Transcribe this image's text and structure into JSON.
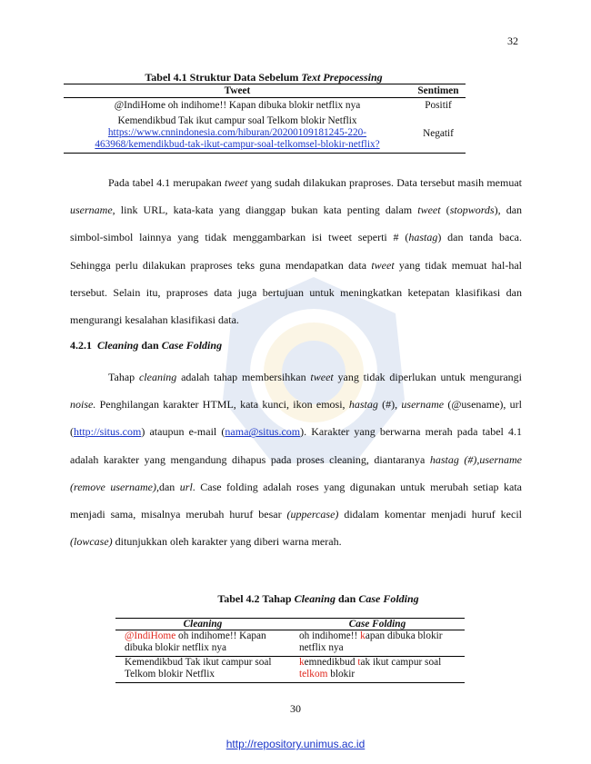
{
  "page_number_top": "32",
  "table41": {
    "caption_prefix": "Tabel 4.1 Struktur Data Sebelum ",
    "caption_italic": "Text Prepocessing",
    "header_tweet": "Tweet",
    "header_sentimen": "Sentimen",
    "row1_tweet": "@IndiHome oh indihome!! Kapan dibuka blokir netflix nya",
    "row1_sentimen": "Positif",
    "row2_tweet": "Kemendikbud Tak ikut campur soal Telkom blokir Netflix",
    "row2_link_line1": "https://www.cnnindonesia.com/hiburan/20200109181245-220-",
    "row2_link_line2": "463968/kemendikbud-tak-ikut-campur-soal-telkomsel-blokir-netflix?",
    "row2_sentimen": "Negatif"
  },
  "para1": {
    "t1": "Pada tabel 4.1 merupakan ",
    "i1": "tweet",
    "t2": " yang sudah dilakukan praproses. Data tersebut masih memuat ",
    "i2": "username",
    "t3": ", link URL, kata-kata yang dianggap bukan kata penting dalam ",
    "i3": "tweet",
    "t4": " (",
    "i4": "stopwords",
    "t5": "), dan simbol-simbol lainnya yang tidak menggambarkan isi tweet seperti # (",
    "i5": "hastag",
    "t6": ") dan tanda baca. Sehingga perlu dilakukan praproses teks guna mendapatkan data ",
    "i6": "tweet",
    "t7": " yang tidak memuat hal-hal tersebut. Selain itu, praproses data juga bertujuan untuk meningkatkan ketepatan klasifikasi dan mengurangi kesalahan klasifikasi data."
  },
  "section": {
    "number": "4.2.1",
    "italic1": "Cleaning",
    "mid": " dan ",
    "italic2": "Case Folding"
  },
  "para2": {
    "t1": "Tahap ",
    "i1": "cleaning",
    "t2": " adalah tahap membersihkan ",
    "i2": "tweet",
    "t3": " yang tidak diperlukan untuk mengurangi ",
    "i3": "noise.",
    "t4": " Penghilangan karakter HTML, kata kunci, ikon emosi, ",
    "i4": "hastag",
    "t5": " (#), ",
    "i5": "username",
    "t6": " (@usename), url (",
    "l1": "http://situs.com",
    "t7": ") ataupun e-mail (",
    "l2": "nama@situs.com",
    "t8": "). Karakter yang berwarna merah pada tabel 4.1 adalah karakter yang mengandung dihapus pada proses cleaning, diantaranya ",
    "i6": "hastag (#),username (remove username),",
    "t9": "dan ",
    "i7": "url",
    "t10": ". Case folding adalah roses yang digunakan untuk merubah setiap kata menjadi sama, misalnya merubah huruf besar ",
    "i8": "(uppercase)",
    "t11": " didalam komentar menjadi huruf kecil ",
    "i9": "(lowcase)",
    "t12": " ditunjukkan oleh karakter yang diberi warna merah."
  },
  "table42": {
    "caption_prefix": "Tabel 4.2 Tahap ",
    "caption_i1": "Cleaning",
    "caption_mid": " dan ",
    "caption_i2": "Case Folding",
    "header_cleaning": "Cleaning",
    "header_casefolding": "Case Folding",
    "r1_clean_red": "@IndiHome",
    "r1_clean_rest": " oh indihome!! Kapan dibuka blokir netflix nya",
    "r1_case_a": "oh indihome!! ",
    "r1_case_red": "k",
    "r1_case_b": "apan dibuka blokir netflix nya",
    "r2_clean": "Kemendikbud Tak ikut campur soal Telkom blokir Netflix",
    "r2_case_red1": "k",
    "r2_case_a": "emnedikbud ",
    "r2_case_red2": "t",
    "r2_case_b": "ak ikut campur soal ",
    "r2_case_red3": "telkom",
    "r2_case_c": " blokir"
  },
  "page_number_bottom": "30",
  "footer_url": "http://repository.unimus.ac.id",
  "colors": {
    "link": "#1a35c8",
    "highlight": "#e0261c"
  },
  "watermark_icon": "university-seal-watermark"
}
